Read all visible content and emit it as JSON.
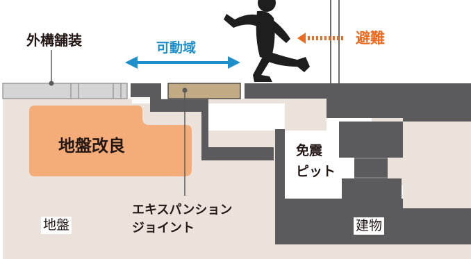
{
  "labels": {
    "exterior_paving": "外構舗装",
    "movable_range": "可動域",
    "evacuation": "避難",
    "ground_improvement": "地盤改良",
    "isolation_pit_line1": "免震",
    "isolation_pit_line2": "ピット",
    "expansion_joint_line1": "エキスパンション",
    "expansion_joint_line2": "ジョイント",
    "ground": "地盤",
    "building": "建物"
  },
  "colors": {
    "ground": "#ebe2dc",
    "concrete": "#5b5b5d",
    "paving": "#d5d5d5",
    "improvement": "#f4ac79",
    "joint_plate": "#c2aa85",
    "movable_arrow": "#1f8fc9",
    "evacuation": "#ea6a22",
    "text": "#231815"
  }
}
